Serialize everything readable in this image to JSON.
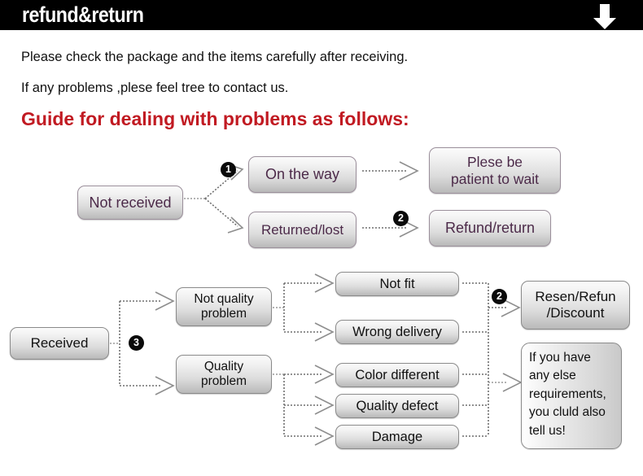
{
  "header": {
    "title": "refund&return",
    "arrow_icon": "down-arrow-icon"
  },
  "intro": {
    "line1": "Please check the package and the items carefully after receiving.",
    "line2": "If any problems ,plese feel tree to contact us.",
    "guide_title": "Guide for dealing with problems as follows:"
  },
  "diagram": {
    "top_flow": {
      "start": "Not received",
      "branches": [
        {
          "badge": "1",
          "node": "On the way",
          "result": "Plese be\npatient to wait"
        },
        {
          "badge": "2",
          "node": "Returned/lost",
          "result": "Refund/return"
        }
      ],
      "on_the_way": "On the way",
      "returned_lost": "Returned/lost",
      "patient": "Plese be patient to wait",
      "patient_line1": "Plese be",
      "patient_line2": "patient to wait",
      "refund_return": "Refund/return",
      "badge1": "1",
      "badge2": "2"
    },
    "bottom_flow": {
      "start": "Received",
      "badge3": "3",
      "badge2": "2",
      "not_quality_line1": "Not quality",
      "not_quality_line2": "problem",
      "quality_line1": "Quality",
      "quality_line2": "problem",
      "not_fit": "Not fit",
      "wrong_delivery": "Wrong delivery",
      "color_different": "Color different",
      "quality_defect": "Quality defect",
      "damage": "Damage",
      "resend_line1": "Resen/Refun",
      "resend_line2": "/Discount",
      "note": "If you have any else requirements, you cluld also tell us!",
      "note_line1": "If you have",
      "note_line2": "any else",
      "note_line3": "requirements,",
      "note_line4": "you cluld also",
      "note_line5": "tell us!"
    }
  },
  "colors": {
    "header_bg": "#000000",
    "header_text": "#ffffff",
    "guide_red": "#c11a22",
    "node_purple_text": "#4c2a49",
    "node_dark_text": "#111111",
    "badge_bg": "#0a0a0a"
  }
}
